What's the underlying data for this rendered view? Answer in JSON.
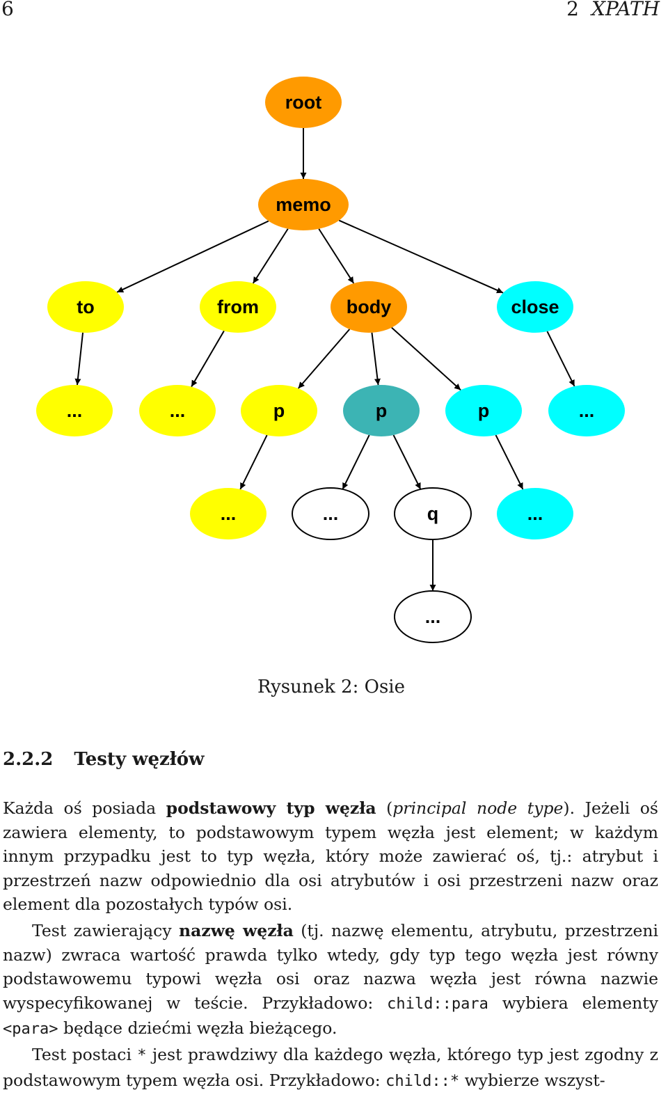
{
  "header": {
    "page_number": "6",
    "chapter_number": "2",
    "chapter_title": "XPATH"
  },
  "diagram": {
    "colors": {
      "orange": "#ff9a00",
      "yellow": "#ffff00",
      "cyan": "#00ffff",
      "teal": "#3cb4b4",
      "white": "#ffffff",
      "edge": "#000000"
    },
    "nodes": [
      {
        "id": "root",
        "label": "root",
        "fill": "orange",
        "level": 0,
        "col": 0
      },
      {
        "id": "memo",
        "label": "memo",
        "fill": "orange",
        "level": 1,
        "col": 0
      },
      {
        "id": "to",
        "label": "to",
        "fill": "yellow",
        "level": 2,
        "col": 0
      },
      {
        "id": "from",
        "label": "from",
        "fill": "yellow",
        "level": 2,
        "col": 1
      },
      {
        "id": "body",
        "label": "body",
        "fill": "orange",
        "level": 2,
        "col": 2
      },
      {
        "id": "close",
        "label": "close",
        "fill": "cyan",
        "level": 2,
        "col": 3
      },
      {
        "id": "d1",
        "label": "...",
        "fill": "yellow",
        "level": 3,
        "col": 0
      },
      {
        "id": "d2",
        "label": "...",
        "fill": "yellow",
        "level": 3,
        "col": 1
      },
      {
        "id": "p1",
        "label": "p",
        "fill": "yellow",
        "level": 3,
        "col": 2
      },
      {
        "id": "p2",
        "label": "p",
        "fill": "teal",
        "level": 3,
        "col": 3
      },
      {
        "id": "p3",
        "label": "p",
        "fill": "cyan",
        "level": 3,
        "col": 4
      },
      {
        "id": "d3",
        "label": "...",
        "fill": "cyan",
        "level": 3,
        "col": 5
      },
      {
        "id": "d4",
        "label": "...",
        "fill": "yellow",
        "level": 4,
        "col": 0
      },
      {
        "id": "d5",
        "label": "...",
        "fill": "white",
        "level": 4,
        "col": 1
      },
      {
        "id": "q",
        "label": "q",
        "fill": "white",
        "level": 4,
        "col": 2
      },
      {
        "id": "d6",
        "label": "...",
        "fill": "cyan",
        "level": 4,
        "col": 3
      },
      {
        "id": "d7",
        "label": "...",
        "fill": "white",
        "level": 5,
        "col": 0
      }
    ],
    "edges": [
      [
        "root",
        "memo"
      ],
      [
        "memo",
        "to"
      ],
      [
        "memo",
        "from"
      ],
      [
        "memo",
        "body"
      ],
      [
        "memo",
        "close"
      ],
      [
        "to",
        "d1"
      ],
      [
        "from",
        "d2"
      ],
      [
        "body",
        "p1"
      ],
      [
        "body",
        "p2"
      ],
      [
        "body",
        "p3"
      ],
      [
        "close",
        "d3"
      ],
      [
        "p1",
        "d4"
      ],
      [
        "p2",
        "d5"
      ],
      [
        "p2",
        "q"
      ],
      [
        "p3",
        "d6"
      ],
      [
        "q",
        "d7"
      ]
    ]
  },
  "caption": {
    "label": "Rysunek 2:",
    "text": "Osie"
  },
  "section": {
    "number": "2.2.2",
    "title": "Testy węzłów"
  },
  "paragraphs": {
    "p1": {
      "a": "Każda oś posiada ",
      "b1": "podstawowy typ węzła",
      "c": " (",
      "i1": "principal node type",
      "d": "). Jeżeli oś zawiera elementy, to podstawowym typem węzła jest element; w każdym innym przypadku jest to typ węzła, który może zawierać oś, tj.: atrybut i przestrzeń nazw odpowiednio dla osi atrybutów i osi przestrzeni nazw oraz element dla pozostałych typów osi."
    },
    "p2": {
      "a": "Test zawierający ",
      "b1": "nazwę węzła",
      "c": " (tj. nazwę elementu, atrybutu, przestrzeni nazw) zwraca wartość prawda tylko wtedy, gdy typ tego węzła jest równy podstawowemu typowi węzła osi oraz nazwa węzła jest równa nazwie wyspecyfikowanej w teście. Przykładowo: ",
      "m1": "child::para",
      "d": " wybiera elementy ",
      "m2": "<para>",
      "e": " będące dziećmi węzła bieżącego."
    },
    "p3": {
      "a": "Test postaci ",
      "m1": "*",
      "b": " jest prawdziwy dla każdego węzła, którego typ jest zgodny z podstawowym typem węzła osi. Przykładowo: ",
      "m2": "child::*",
      "c": " wybierze wszyst-"
    }
  }
}
